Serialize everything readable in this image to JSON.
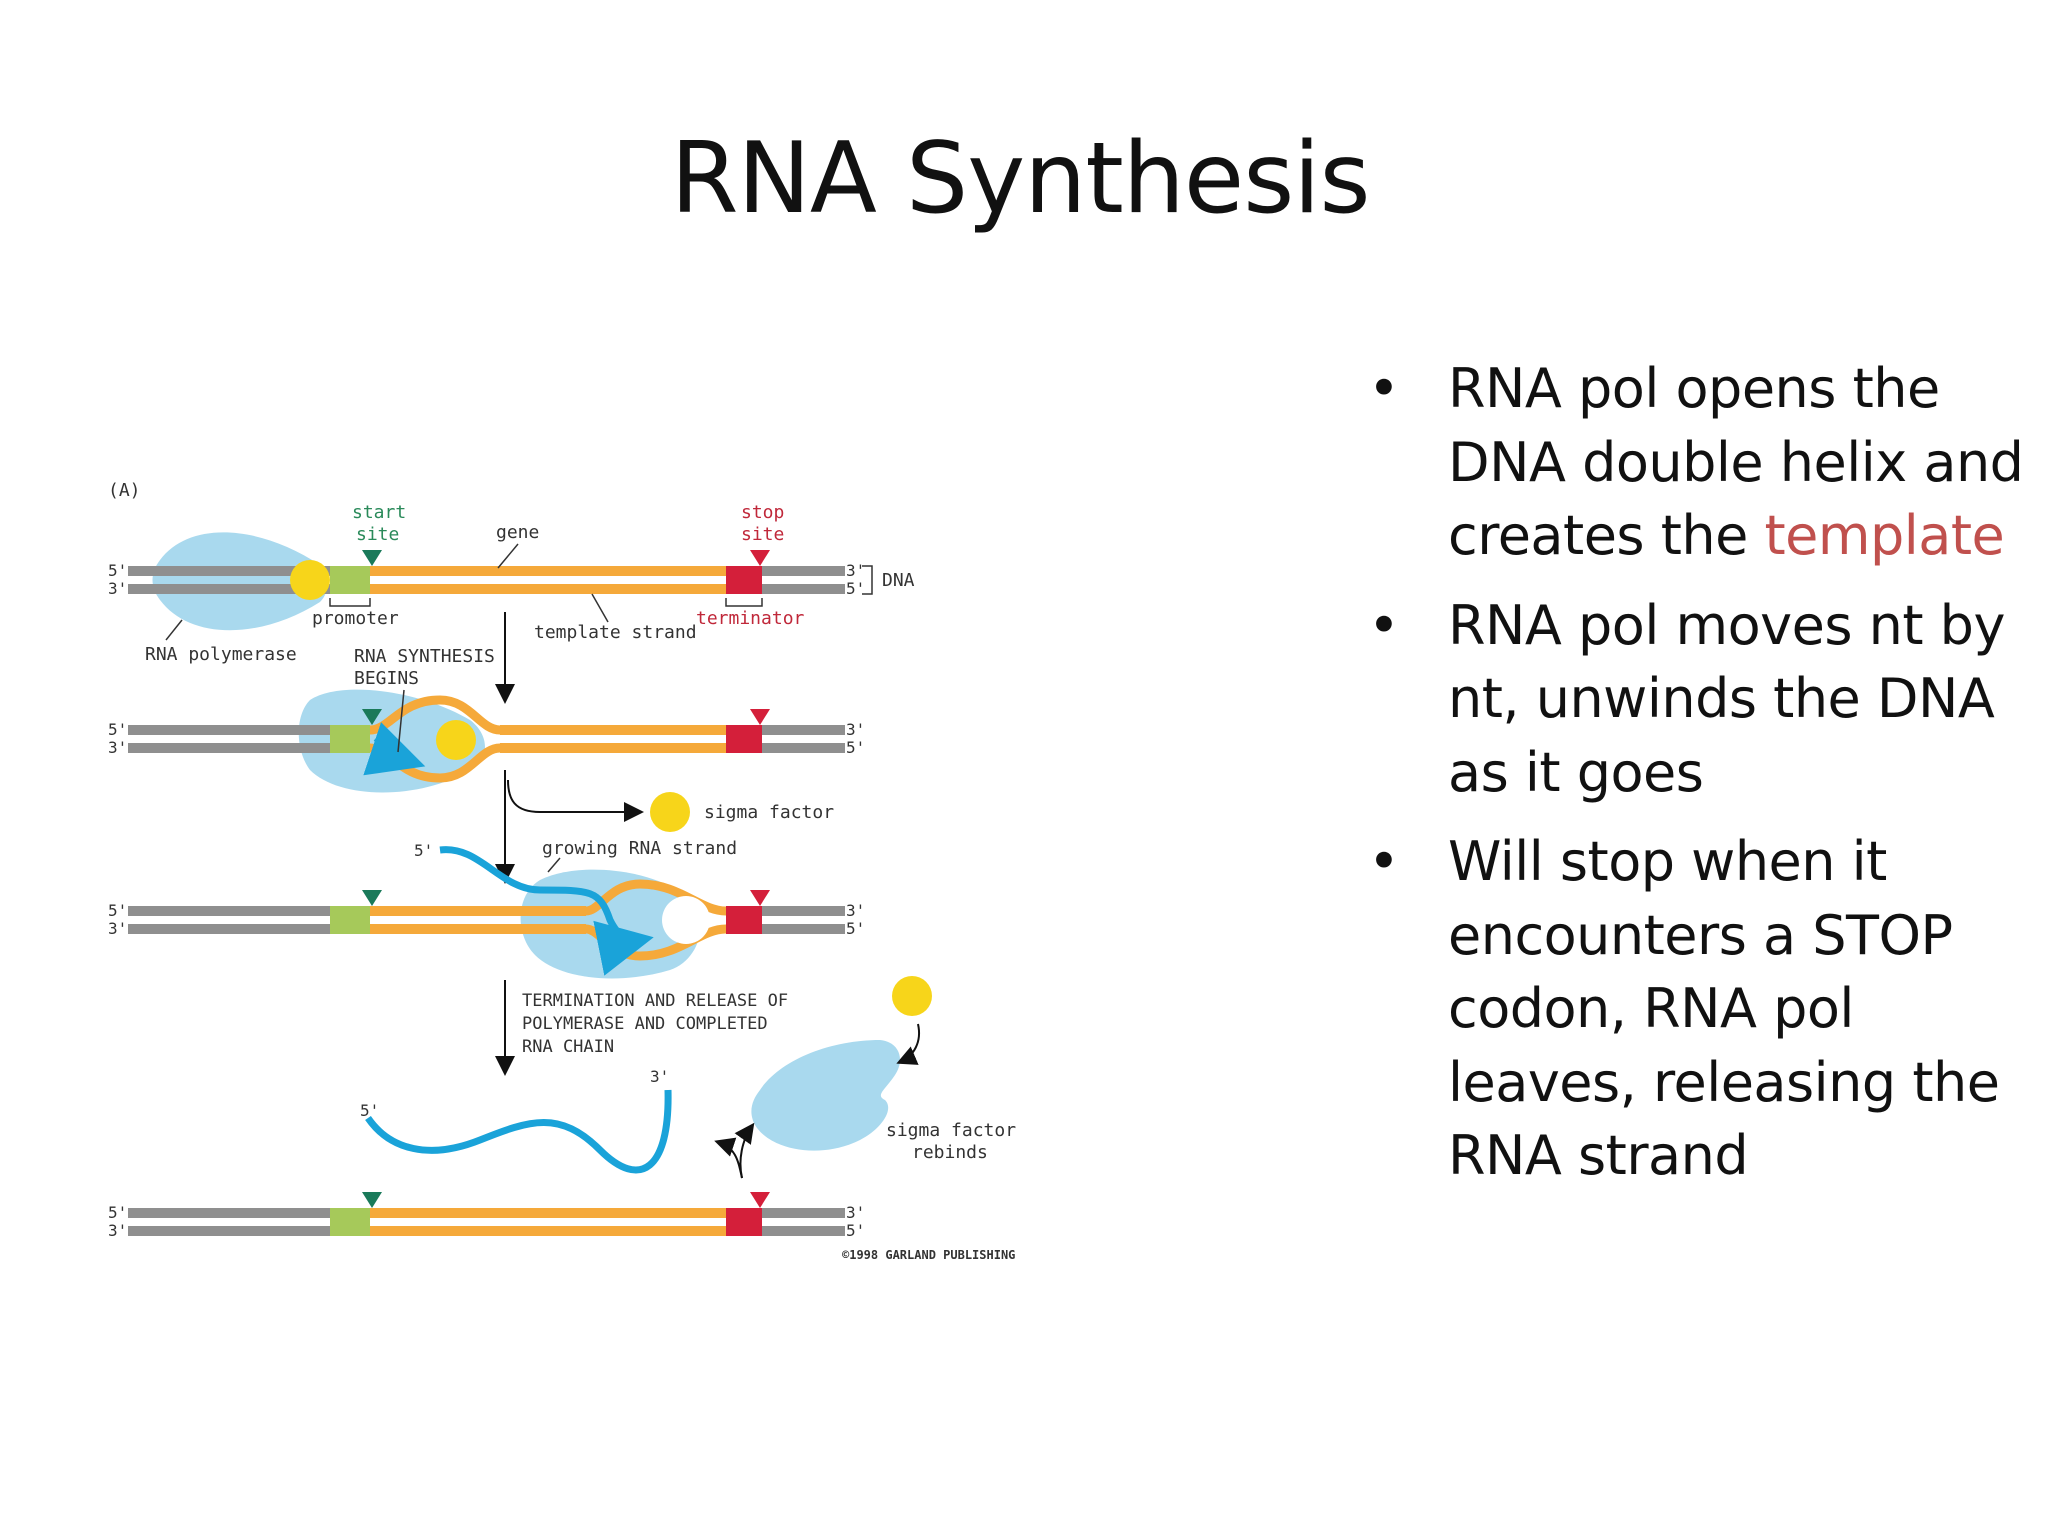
{
  "slide": {
    "title": "RNA Synthesis"
  },
  "figure": {
    "panel_label": "(A)",
    "labels": {
      "start_site_1": "start",
      "start_site_2": "site",
      "stop_site_1": "stop",
      "stop_site_2": "site",
      "gene": "gene",
      "dna": "DNA",
      "promoter": "promoter",
      "terminator": "terminator",
      "template_strand": "template strand",
      "rna_polymerase": "RNA polymerase",
      "synthesis_begins_1": "RNA SYNTHESIS",
      "synthesis_begins_2": "BEGINS",
      "sigma_factor": "sigma factor",
      "growing_rna": "growing RNA strand",
      "termination_1": "TERMINATION AND RELEASE OF",
      "termination_2": "POLYMERASE AND COMPLETED",
      "termination_3": "RNA CHAIN",
      "sigma_rebinds_1": "sigma factor",
      "sigma_rebinds_2": "rebinds",
      "copyright": "©1998 GARLAND PUBLISHING",
      "five_prime": "5'",
      "three_prime": "3'"
    },
    "colors": {
      "dna_gray": "#8f8f8f",
      "gene_orange": "#f5a93a",
      "promoter_green": "#a6c95a",
      "terminator_red": "#d41f3a",
      "start_marker": "#1a7a5a",
      "stop_marker": "#d41f3a",
      "polymerase_blue": "#a9d9ee",
      "sigma_yellow": "#f7d51a",
      "rna_blue": "#1aa3d9",
      "start_label": "#2a8a5a",
      "stop_label": "#c0283a"
    }
  },
  "bullets": [
    {
      "text": "RNA pol opens the DNA double helix and creates the ",
      "highlight": "template"
    },
    {
      "text": "RNA pol moves nt by nt, unwinds the DNA as it goes",
      "highlight": ""
    },
    {
      "text": "Will stop when it encounters a STOP codon, RNA pol leaves, releasing the RNA strand",
      "highlight": ""
    }
  ],
  "accent_color": "#c0504d"
}
